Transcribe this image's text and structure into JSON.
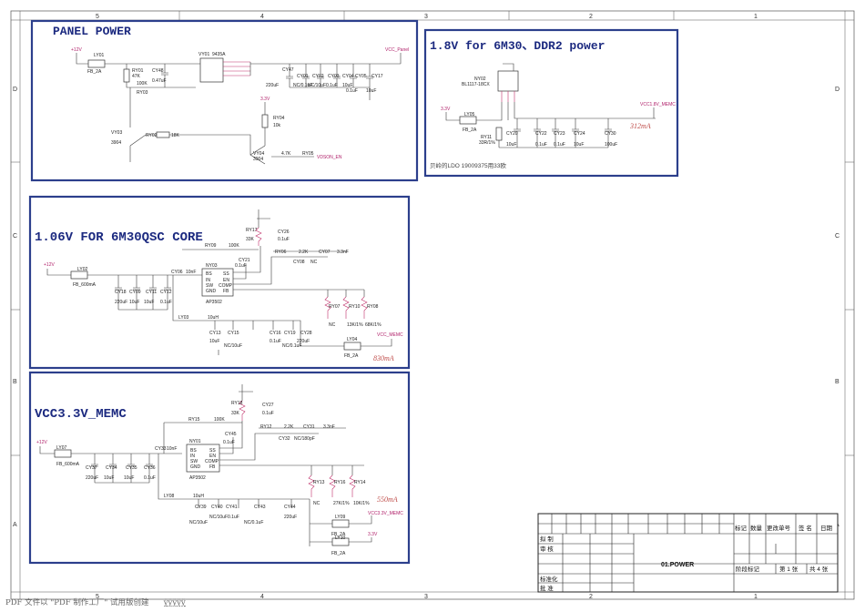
{
  "ruler": {
    "columns": [
      "5",
      "4",
      "3",
      "2",
      "1"
    ],
    "rows": [
      "D",
      "C",
      "B",
      "A"
    ]
  },
  "panels": {
    "panel_power": {
      "title": "PANEL POWER",
      "labels": {
        "in_net": "+12V",
        "ly01": "LY01",
        "fb": "FB_2A",
        "ry01": "RY01",
        "ry01v": "47K",
        "cy48": "CY48",
        "cy48v": "0.47uF",
        "ry03": "RY03",
        "ry03v": "100K",
        "vy01": "VY01",
        "vy01v": "9435A",
        "cy47": "CY47",
        "cy47v": "220uF",
        "cy01": "CY01",
        "cy01v": "NC/0.1uF",
        "cy02": "CY02",
        "cy02v": "NC/10uF",
        "cy03": "CY03",
        "cy03v": "0.1uF",
        "cy04": "CY04",
        "cy04v": "10uF",
        "cy05": "CY05",
        "cy05v": "0.1uF",
        "cy17": "CY17",
        "cy17v": "10uF",
        "out_net": "VCC_Panel",
        "v33": "3.3V",
        "ry04": "RY04",
        "ry04v": "10k",
        "vy03": "VY03",
        "vy03v": "3904",
        "ry02": "RY02",
        "ry02v": "18K",
        "vy04": "VY04",
        "vy04v": "3904",
        "ry05": "RY05",
        "ry05v": "4.7K",
        "ctl_net": "VDSON_EN"
      }
    },
    "ddr2_power": {
      "title": "1.8V for 6M30、DDR2 power",
      "labels": {
        "ny02": "NY02",
        "ny02v": "BL1117-18CX",
        "in_net": "3.3V",
        "ly05": "LY05",
        "fb": "FB_2A",
        "ry11": "RY11",
        "ry11v": "33R/1%",
        "cy20": "CY20",
        "cy20v": "10uF",
        "cy22": "CY22",
        "cy22v": "0.1uF",
        "cy23": "CY23",
        "cy23v": "0.1uF",
        "cy24": "CY24",
        "cy24v": "10uF",
        "cy30": "CY30",
        "cy30v": "100uF",
        "out_net": "VCC1.8V_MEMC",
        "current": "312mA",
        "note": "贝岭的LDO 19009375用33欧"
      }
    },
    "core": {
      "title": "1.06V FOR 6M30QSC CORE",
      "labels": {
        "in_net": "+12V",
        "ly02": "LY02",
        "fb": "FB_600mA",
        "cy18": "CY18",
        "cy18v": "220uF",
        "cy09": "CY09",
        "cy09v": "10uF",
        "cy11": "CY11",
        "cy11v": "10uF",
        "cy12": "CY12",
        "cy12v": "0.1uF",
        "cy06": "CY06",
        "cy06v": "10nF",
        "ny03": "NY03",
        "ny03v": "AP3502",
        "pins": [
          "BS",
          "IN",
          "SW",
          "GND",
          "SS",
          "EN",
          "COMP",
          "FB"
        ],
        "ry17": "RY17",
        "ry17v": "33K",
        "cy26": "CY26",
        "cy26v": "0.1uF",
        "ry09": "RY09",
        "ry09v": "100K",
        "cy21": "CY21",
        "cy21v": "0.1uF",
        "ry06": "RY06",
        "ry06v": "2.2K",
        "cy07": "CY07",
        "cy07v": "3.3nF",
        "cy08": "CY08",
        "cy08v": "NC",
        "ry07": "RY07",
        "ry07v": "NC",
        "ry10": "RY10",
        "ry10v": "13K/1%",
        "ry08": "RY08",
        "ry08v": "68K/1%",
        "ly03": "LY03",
        "ly03v": "10uH",
        "cy13": "CY13",
        "cy13v": "10uF",
        "cy15": "CY15",
        "cy15v": "NC/10uF",
        "cy16": "CY16",
        "cy16v": "0.1uF",
        "cy19": "CY19",
        "cy19v": "NC/0.1uF",
        "cy28": "CY28",
        "cy28v": "220uF",
        "ly04": "LY04",
        "fb2": "FB_2A",
        "out_net": "VCC_MEMC",
        "current": "830mA"
      }
    },
    "memc": {
      "title": "VCC3.3V_MEMC",
      "labels": {
        "in_net": "+12V",
        "ly07": "LY07",
        "fb": "FB_600mA",
        "cy37": "CY37",
        "cy37v": "220uF",
        "cy34": "CY34",
        "cy34v": "10uF",
        "cy35": "CY35",
        "cy35v": "10uF",
        "cy36": "CY36",
        "cy36v": "0.1uF",
        "cy33": "CY33",
        "cy33v": "10nF",
        "ny01": "NY01",
        "ny01v": "AP3502",
        "pins": [
          "BS",
          "IN",
          "SW",
          "GND",
          "SS",
          "EN",
          "COMP",
          "FB"
        ],
        "ry18": "RY18",
        "ry18v": "33K",
        "cy27": "CY27",
        "cy27v": "0.1uF",
        "ry15": "RY15",
        "ry15v": "100K",
        "cy45": "CY45",
        "cy45v": "0.1uF",
        "ry12": "RY12",
        "ry12v": "2.2K",
        "cy31": "CY31",
        "cy31v": "3.3nF",
        "cy32": "CY32",
        "cy32v": "NC/180pF",
        "ry13": "RY13",
        "ry13v": "NC",
        "ry16": "RY16",
        "ry16v": "27K/1%",
        "ry14": "RY14",
        "ry14v": "10K/1%",
        "ly08": "LY08",
        "ly08v": "10uH",
        "cy39": "CY39",
        "cy39v": "NC/10uF",
        "cy40": "CY40",
        "cy40v": "NC/10uF",
        "cy41": "CY41",
        "cy41v": "0.1uF",
        "cy43": "CY43",
        "cy43v": "NC/0.1uF",
        "cy44": "CY44",
        "cy44v": "220uF",
        "ly09": "LY09",
        "ly10": "LY10",
        "fb2": "FB_2A",
        "out_net": "VCC3.3V_MEMC",
        "v33": "3.3V",
        "current": "550mA"
      }
    }
  },
  "title_block": {
    "sheet_name": "01.POWER",
    "rows": [
      "拟  制",
      "审  核",
      "",
      "",
      "标准化",
      "批  准"
    ],
    "header": [
      "标记",
      "数量",
      "更改单号",
      "签 名",
      "日期"
    ],
    "stage": "阶段标记",
    "sheet_no": "第  1  张",
    "sheet_total": "共 4  张"
  },
  "footer": {
    "text": "PDF 文件以 \"PDF 制作工厂\" 试用版创建",
    "link": "ÿÿÿÿÿ"
  }
}
